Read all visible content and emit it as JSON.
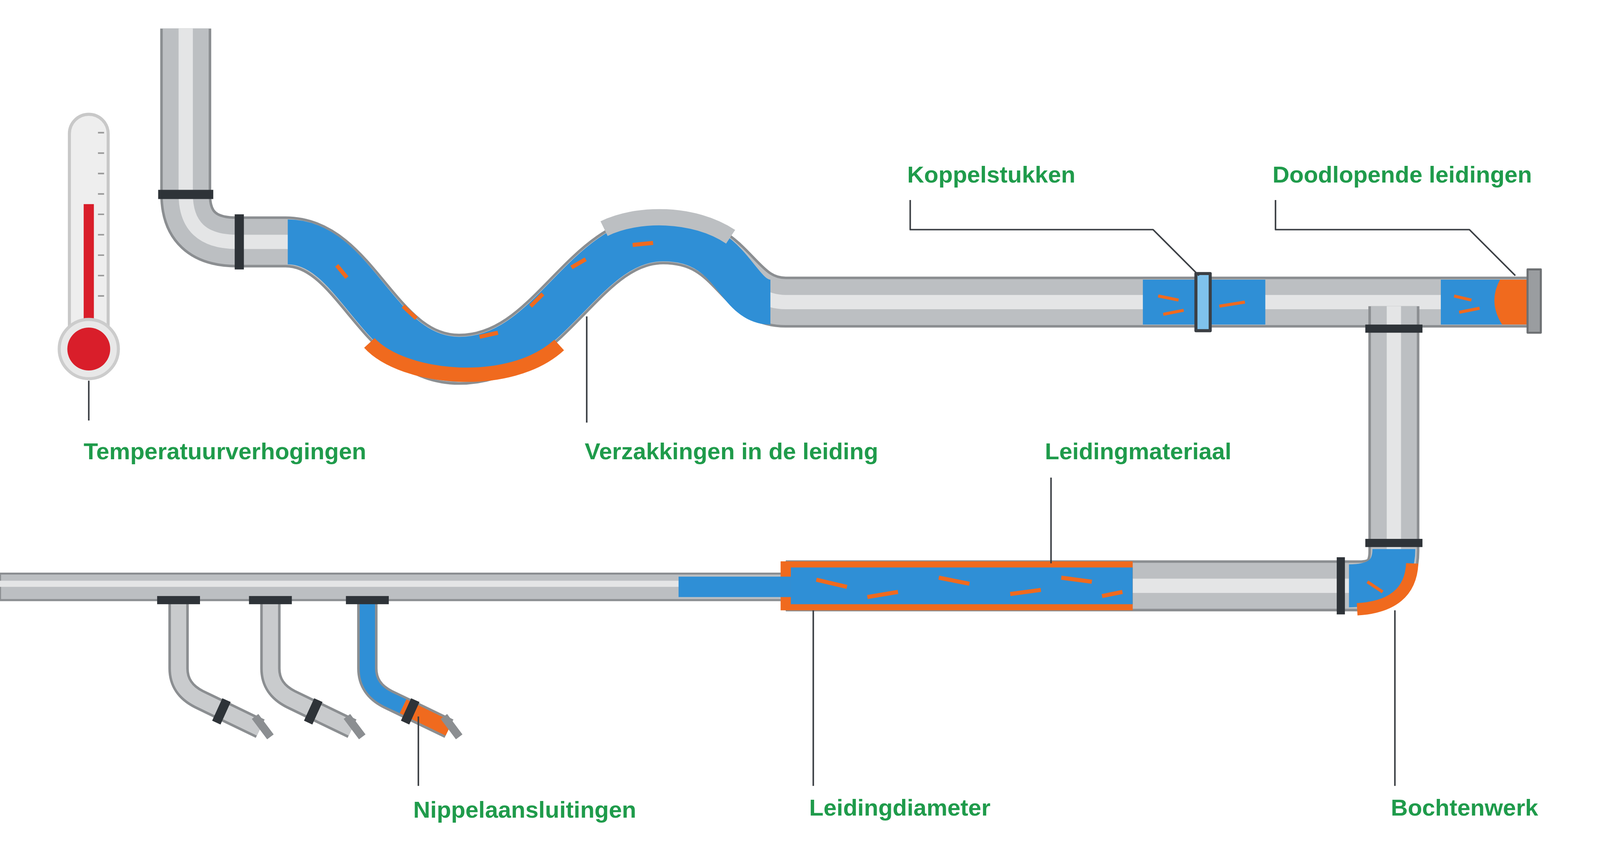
{
  "diagram": {
    "labels": [
      "Temperatuurverhogingen",
      "Verzakkingen in de leiding",
      "Koppelstukken",
      "Doodlopende leidingen",
      "Leidingmateriaal",
      "Nippelaansluitingen",
      "Leidingdiameter",
      "Bochtenwerk"
    ]
  }
}
